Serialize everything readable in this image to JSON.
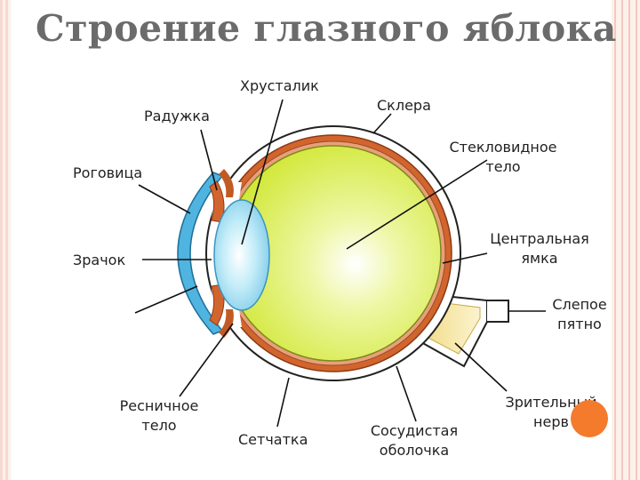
{
  "title": "Строение глазного яблока",
  "labels": {
    "lens": "Хрусталик",
    "sclera": "Склера",
    "iris": "Радужка",
    "vitreous_line1": "Стекловидное",
    "vitreous_line2": "тело",
    "cornea": "Роговица",
    "fovea_line1": "Центральная",
    "fovea_line2": "ямка",
    "pupil": "Зрачок",
    "blind_spot_line1": "Слепое",
    "blind_spot_line2": "пятно",
    "ciliary_line1": "Ресничное",
    "ciliary_line2": "тело",
    "optic_nerve_line1": "Зрительный",
    "optic_nerve_line2": "нерв",
    "retina": "Сетчатка",
    "choroid_line1": "Сосудистая",
    "choroid_line2": "оболочка"
  },
  "colors": {
    "title": "#6b6b6b",
    "vitreous": "#d8ec3f",
    "choroid": "#d2652e",
    "lens": "#8fd3ee",
    "cornea": "#4fb4e0",
    "optic_nerve": "#f3e39a",
    "accent_dot": "#f47a2c"
  }
}
